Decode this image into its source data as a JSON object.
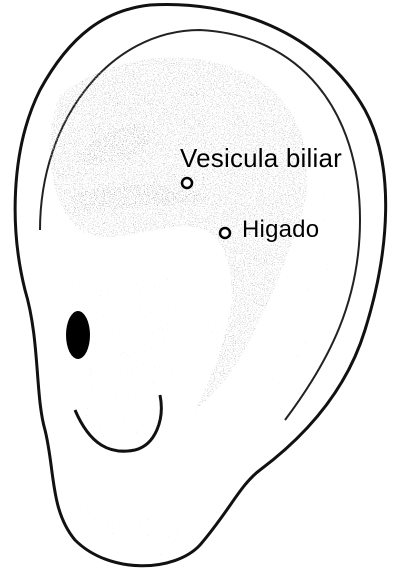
{
  "figure": {
    "subject": "auricle",
    "points": [
      {
        "id": "vesicula",
        "label": "Vesicula biliar",
        "marker": "dot"
      },
      {
        "id": "higado",
        "label": "Higado",
        "marker": "dot"
      }
    ]
  },
  "colors": {
    "ink": "#000000",
    "background": "#ffffff",
    "shade": "#5a5a5a"
  }
}
